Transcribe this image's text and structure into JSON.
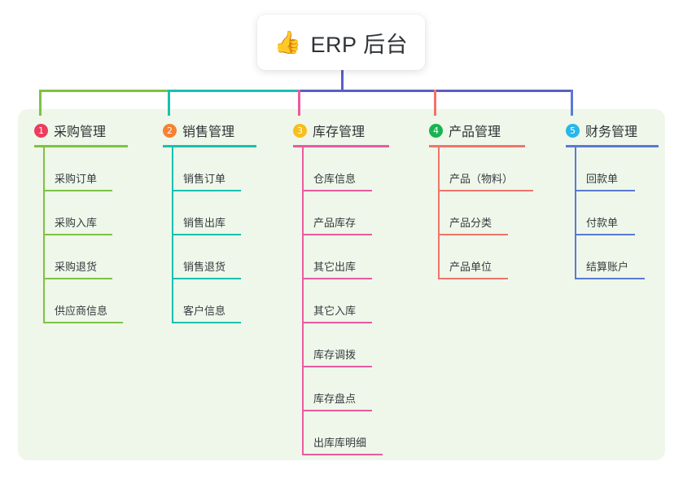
{
  "diagram": {
    "type": "mindmap",
    "root": {
      "icon": "thumbs-up-icon",
      "icon_glyph": "👍",
      "title": "ERP 后台"
    },
    "panel_color": "#eef7e9",
    "trunk_color": "#5a5fc7",
    "branches": [
      {
        "index": "1",
        "title": "采购管理",
        "badge_color": "#ec3d5e",
        "line_color": "#7ec242",
        "rule_width": 115,
        "items": [
          {
            "label": "采购订单",
            "rule_width": 85
          },
          {
            "label": "采购入库",
            "rule_width": 85
          },
          {
            "label": "采购退货",
            "rule_width": 85
          },
          {
            "label": "供应商信息",
            "rule_width": 98
          }
        ]
      },
      {
        "index": "2",
        "title": "销售管理",
        "badge_color": "#f58233",
        "line_color": "#19c0b0",
        "rule_width": 115,
        "items": [
          {
            "label": "销售订单",
            "rule_width": 85
          },
          {
            "label": "销售出库",
            "rule_width": 85
          },
          {
            "label": "销售退货",
            "rule_width": 85
          },
          {
            "label": "客户信息",
            "rule_width": 85
          }
        ]
      },
      {
        "index": "3",
        "title": "库存管理",
        "badge_color": "#f7be1d",
        "line_color": "#ea5aa0",
        "rule_width": 118,
        "items": [
          {
            "label": "仓库信息",
            "rule_width": 86
          },
          {
            "label": "产品库存",
            "rule_width": 86
          },
          {
            "label": "其它出库",
            "rule_width": 86
          },
          {
            "label": "其它入库",
            "rule_width": 86
          },
          {
            "label": "库存调拨",
            "rule_width": 86
          },
          {
            "label": "库存盘点",
            "rule_width": 86
          },
          {
            "label": "出库库明细",
            "rule_width": 99
          }
        ]
      },
      {
        "index": "4",
        "title": "产品管理",
        "badge_color": "#17b451",
        "line_color": "#f0746c",
        "rule_width": 118,
        "items": [
          {
            "label": "产品（物料）",
            "rule_width": 117
          },
          {
            "label": "产品分类",
            "rule_width": 86
          },
          {
            "label": "产品单位",
            "rule_width": 86
          }
        ]
      },
      {
        "index": "5",
        "title": "财务管理",
        "badge_color": "#27b7ea",
        "line_color": "#5a79d6",
        "rule_width": 114,
        "items": [
          {
            "label": "回款单",
            "rule_width": 74
          },
          {
            "label": "付款单",
            "rule_width": 74
          },
          {
            "label": "结算账户",
            "rule_width": 86
          }
        ]
      }
    ]
  }
}
